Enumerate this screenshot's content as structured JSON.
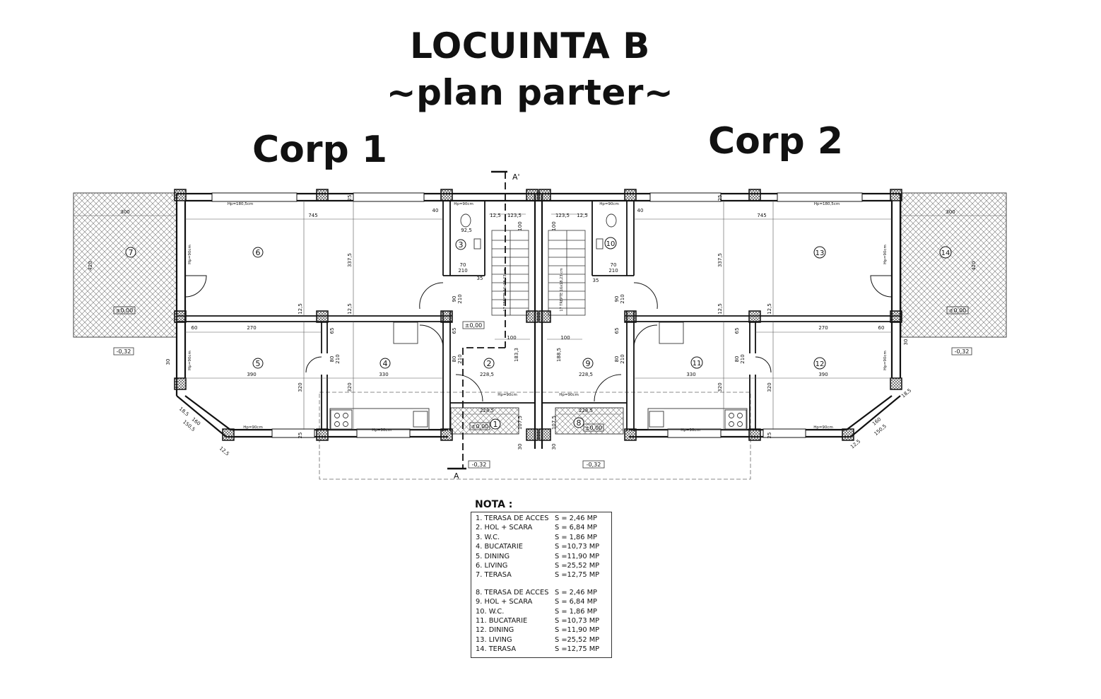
{
  "title_line1": "LOCUINTA B",
  "title_line2": "~plan parter~",
  "corp1": "Corp 1",
  "corp2": "Corp 2",
  "rooms": [
    "1",
    "2",
    "3",
    "4",
    "5",
    "6",
    "7",
    "8",
    "9",
    "10",
    "11",
    "12",
    "13",
    "14"
  ],
  "levels": {
    "zero": "±0,00",
    "minus": "-0,32"
  },
  "section_marks": {
    "top": "A'",
    "bottom": "A"
  },
  "dims": {
    "d745": "745",
    "d300": "300",
    "d420": "420",
    "d337": "337,5",
    "d270": "270",
    "d60": "60",
    "d390": "390",
    "d330": "330",
    "d320": "320",
    "d228": "228,5",
    "d123": "123,5",
    "d125": "12,5",
    "d100": "100",
    "d183": "183,3",
    "d188": "188,5",
    "d210": "210",
    "d90": "90",
    "d70": "70",
    "d35": "35",
    "d25": "25",
    "d30": "30",
    "d107": "107,5",
    "d185": "18,5",
    "d150": "150,5",
    "d160": "160",
    "d40": "40",
    "d925": "92,5",
    "d65": "65",
    "d80": "80"
  },
  "heights": {
    "hp180": "Hp=180,5cm",
    "hp90": "Hp=90cm"
  },
  "stairs": {
    "left": "17 TREPTE 16x18,23 cm",
    "right": "17 TREPTE 16x18,23 cm"
  },
  "nota": {
    "heading": "NOTA :",
    "items_1": [
      {
        "label": "1. TERASA DE ACCES",
        "value": "S = 2,46 MP"
      },
      {
        "label": "2. HOL + SCARA",
        "value": "S = 6,84 MP"
      },
      {
        "label": "3. W.C.",
        "value": "S = 1,86 MP"
      },
      {
        "label": "4. BUCATARIE",
        "value": "S =10,73 MP"
      },
      {
        "label": "5. DINING",
        "value": "S =11,90 MP"
      },
      {
        "label": "6. LIVING",
        "value": "S =25,52 MP"
      },
      {
        "label": "7. TERASA",
        "value": "S =12,75 MP"
      }
    ],
    "items_2": [
      {
        "label": "8. TERASA DE ACCES",
        "value": "S = 2,46 MP"
      },
      {
        "label": "9. HOL + SCARA",
        "value": "S = 6,84 MP"
      },
      {
        "label": "10. W.C.",
        "value": "S = 1,86 MP"
      },
      {
        "label": "11. BUCATARIE",
        "value": "S =10,73 MP"
      },
      {
        "label": "12. DINING",
        "value": "S =11,90 MP"
      },
      {
        "label": "13. LIVING",
        "value": "S =25,52 MP"
      },
      {
        "label": "14. TERASA",
        "value": "S =12,75 MP"
      }
    ]
  }
}
